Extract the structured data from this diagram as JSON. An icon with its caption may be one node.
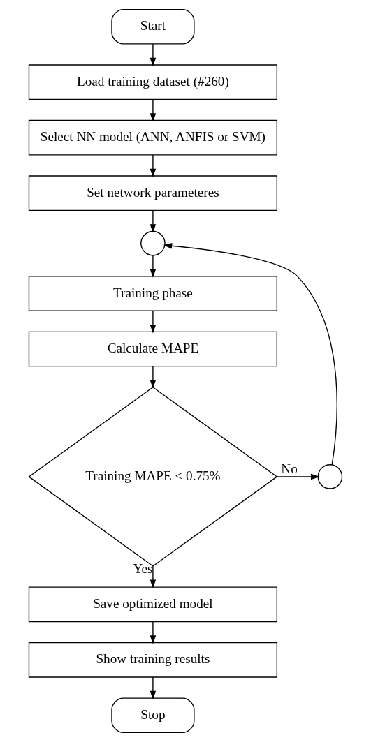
{
  "diagram": {
    "nodes": [
      {
        "text": [
          "Start"
        ]
      },
      {
        "text": [
          "Load training dataset (#260)"
        ]
      },
      {
        "text": [
          "Select NN model (ANN, ANFIS or SVM)"
        ]
      },
      {
        "text": [
          "Set network parameteres"
        ]
      },
      {
        "text": [],
        "shape": "circle"
      },
      {
        "text": [
          "Training phase"
        ]
      },
      {
        "text": [
          "Calculate MAPE"
        ]
      },
      {
        "text": [
          "Training MAPE < 0.75%"
        ]
      },
      {
        "text": [],
        "shape": "circle"
      },
      {
        "text": [
          "Save optimized model"
        ]
      },
      {
        "text": [
          "Show training results"
        ]
      },
      {
        "text": [
          "Stop"
        ]
      }
    ],
    "edges": [
      {
        "from": 0,
        "to": 1,
        "arrow": "to"
      },
      {
        "from": 1,
        "to": 2,
        "arrow": "to"
      },
      {
        "from": 2,
        "to": 3,
        "arrow": "to"
      },
      {
        "from": 3,
        "to": 4,
        "arrow": "to"
      },
      {
        "from": 4,
        "to": 5,
        "arrow": "to"
      },
      {
        "from": 5,
        "to": 6,
        "arrow": "to"
      },
      {
        "from": 6,
        "to": 7,
        "arrow": "to"
      },
      {
        "from": 7,
        "to": 8,
        "arrow": "to",
        "label": "No"
      },
      {
        "from": 8,
        "to": 4,
        "arrow": "to"
      },
      {
        "from": 7,
        "to": 9,
        "arrow": "to",
        "label": "Yes"
      },
      {
        "from": 9,
        "to": 10,
        "arrow": "to"
      },
      {
        "from": 10,
        "to": 11,
        "arrow": "to"
      }
    ]
  }
}
